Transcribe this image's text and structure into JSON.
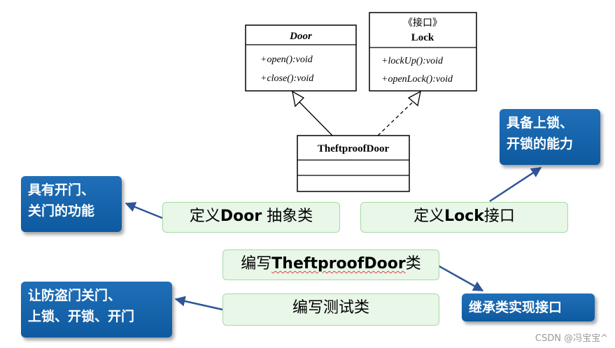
{
  "uml": {
    "door": {
      "name": "Door",
      "methods": [
        "+open():void",
        "+close():void"
      ]
    },
    "lock": {
      "stereotype": "《接口》",
      "name": "Lock",
      "methods": [
        "+lockUp():void",
        "+openLock():void"
      ]
    },
    "theftproof": {
      "name": "TheftproofDoor"
    }
  },
  "callouts": {
    "lock_ability": [
      "具备上锁、",
      "开锁的能力"
    ],
    "door_function": [
      "具有开门、",
      "关门的功能"
    ],
    "test_actions": [
      "让防盗门关门、",
      "上锁、开锁、开门"
    ],
    "inherit": "继承类实现接口"
  },
  "steps": {
    "define_door": {
      "prefix": "定义",
      "name": "Door",
      "suffix": " 抽象类"
    },
    "define_lock": {
      "prefix": "定义",
      "name": "Lock",
      "suffix": "接口"
    },
    "write_class": {
      "prefix": "编写",
      "name": "TheftproofDoor",
      "suffix": "类"
    },
    "write_test": {
      "text": "编写测试类"
    }
  },
  "watermark": "CSDN @冯宝宝^",
  "colors": {
    "callout": "#1565b0",
    "label_bg": "#e8f7e8",
    "label_border": "#a6d9a6",
    "arrow": "#2f5597"
  }
}
